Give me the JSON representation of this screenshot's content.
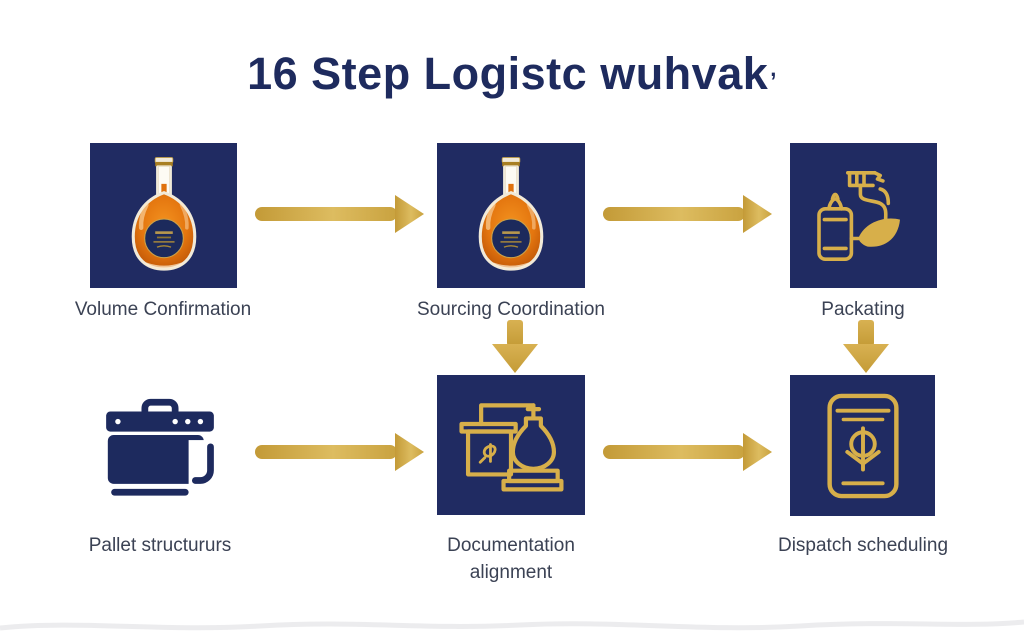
{
  "title": {
    "text": "16 Step Logistc wuhvak",
    "mark": ","
  },
  "colors": {
    "navy_square": "#202b62",
    "navy_title": "#1e2b5e",
    "navy_icon": "#1d2a5e",
    "gold": "#cda43f",
    "gold_light": "#e4c468",
    "icon_gold": "#d7af4a",
    "label_text": "#3b4254",
    "bottle_orange": "#e4760f"
  },
  "steps": [
    {
      "label": "Volume Confirmation",
      "icon": "cognac-bottle-icon"
    },
    {
      "label": "Sourcing Coordination",
      "icon": "cognac-bottle-icon"
    },
    {
      "label": "Packating",
      "icon": "bottle-leaf-icon"
    },
    {
      "label": "Pallet structururs",
      "icon": "briefcase-icon"
    },
    {
      "label": "Documentation alignment",
      "icon": "box-flask-icon"
    },
    {
      "label": "Dispatch scheduling",
      "icon": "tablet-plant-icon"
    }
  ],
  "connectors": [
    {
      "from": "Volume Confirmation",
      "to": "Sourcing Coordination",
      "direction": "right"
    },
    {
      "from": "Sourcing Coordination",
      "to": "Packating",
      "direction": "right"
    },
    {
      "from": "Sourcing Coordination",
      "to": "Documentation alignment",
      "direction": "down"
    },
    {
      "from": "Packating",
      "to": "Dispatch scheduling",
      "direction": "down"
    },
    {
      "from": "Pallet structururs",
      "to": "Documentation alignment",
      "direction": "right"
    },
    {
      "from": "Documentation alignment",
      "to": "Dispatch scheduling",
      "direction": "right"
    }
  ]
}
